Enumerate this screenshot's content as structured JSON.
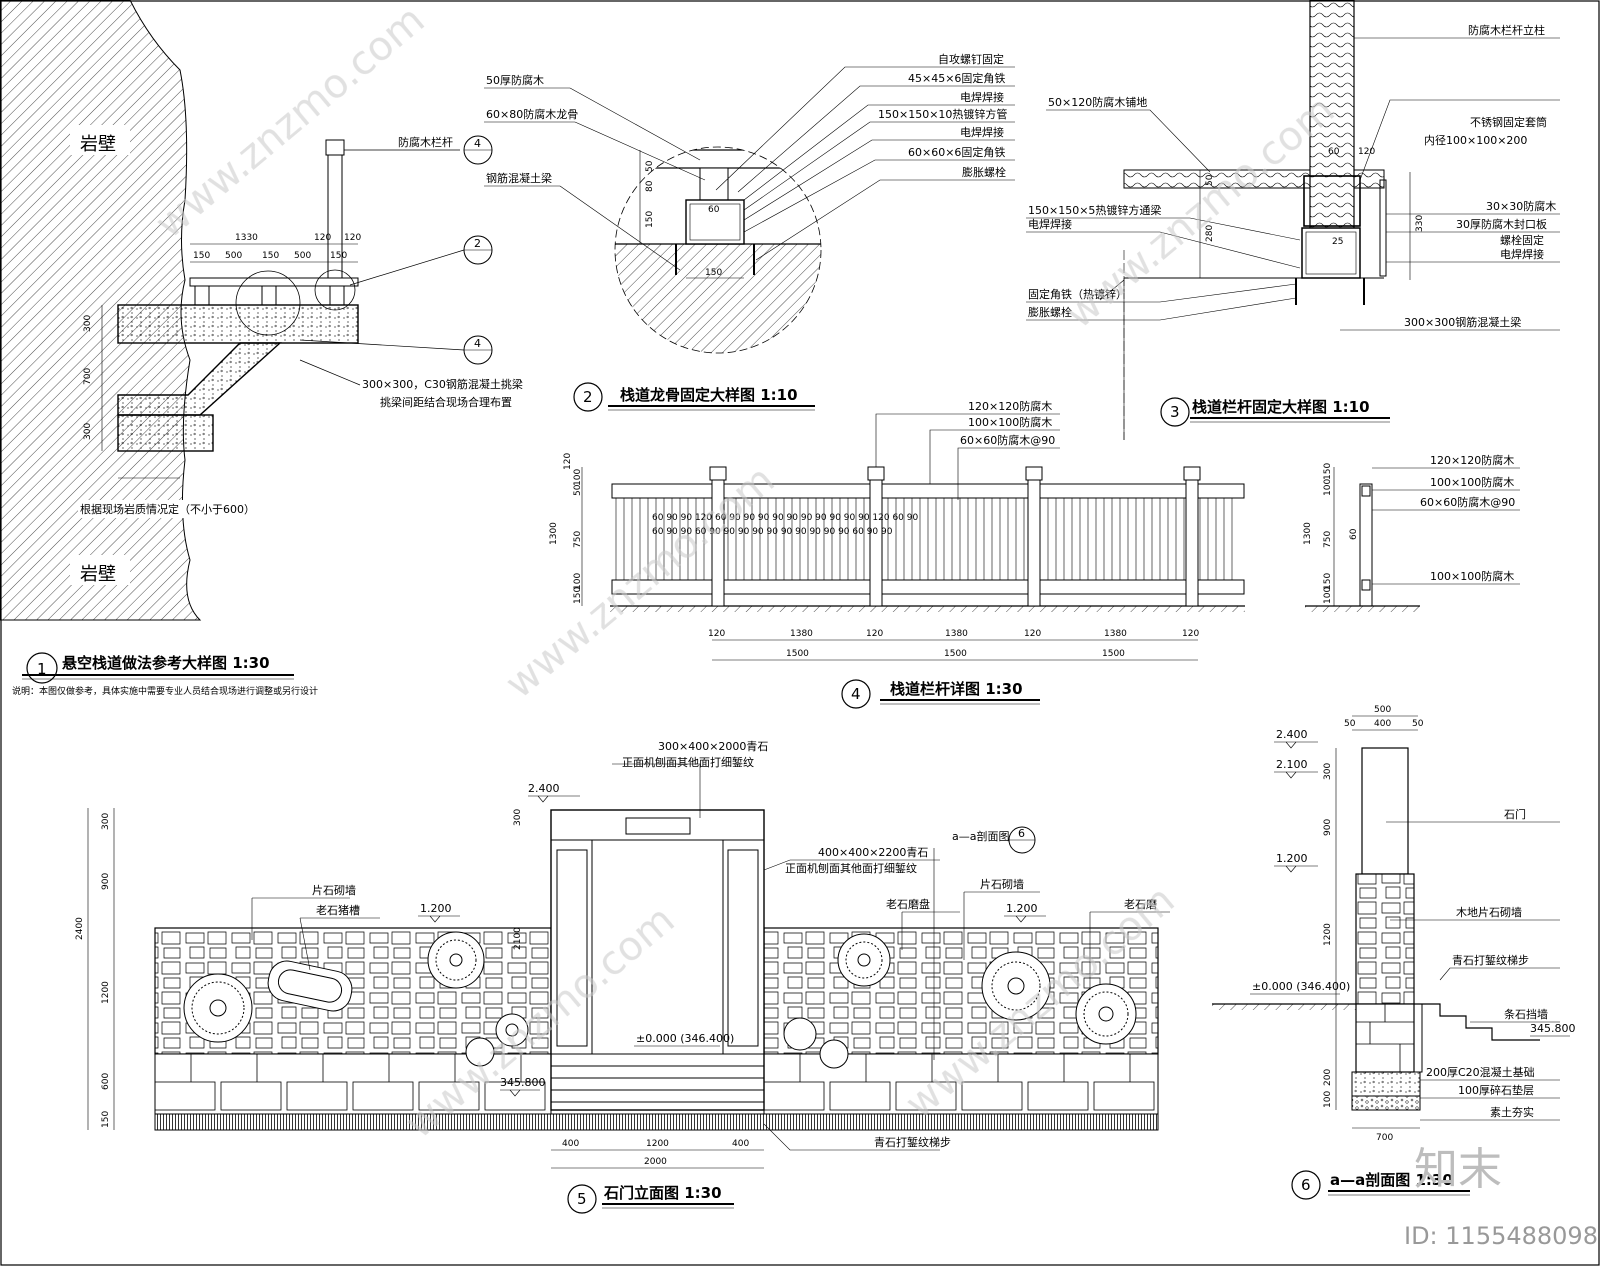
{
  "drawing1": {
    "rock_top": "岩壁",
    "rock_bottom": "岩壁",
    "rail_label": "防腐木栏杆",
    "ref_4a": "4",
    "ref_2": "2",
    "ref_4b": "4",
    "dims_top": [
      "1330",
      "120",
      "120"
    ],
    "dims_sub": [
      "150",
      "500",
      "150",
      "500",
      "150"
    ],
    "dims_v": [
      "300",
      "700",
      "300"
    ],
    "beam_note1": "300×300，C30钢筋混凝土挑梁",
    "beam_note2": "挑梁间距结合现场合理布置",
    "depth_note": "根据现场岩质情况定（不小于600）",
    "num": "1",
    "title": "悬空栈道做法参考大样图 1:30",
    "note": "说明：本图仅做参考，具体实施中需要专业人员结合现场进行调整或另行设计"
  },
  "drawing2": {
    "labels_left": [
      "50厚防腐木",
      "60×80防腐木龙骨",
      "钢筋混凝土梁"
    ],
    "labels_right": [
      "自攻螺钉固定",
      "45×45×6固定角铁",
      "电焊焊接",
      "150×150×10热镀锌方管",
      "电焊焊接",
      "60×60×6固定角铁",
      "膨胀螺栓"
    ],
    "dims": [
      "50",
      "80",
      "150",
      "60",
      "150"
    ],
    "num": "2",
    "title": "栈道龙骨固定大样图 1:10"
  },
  "drawing3": {
    "labels_left": [
      "50×120防腐木铺地",
      "150×150×5热镀锌方通梁",
      "电焊焊接",
      "固定角铁（热镀锌）",
      "膨胀螺栓"
    ],
    "labels_right": [
      "防腐木栏杆立柱",
      "不锈钢固定套筒",
      "内径100×100×200",
      "30×30防腐木",
      "30厚防腐木封口板",
      "螺栓固定",
      "电焊焊接",
      "300×300钢筋混凝土梁"
    ],
    "dims": [
      "60",
      "120",
      "50",
      "280",
      "25",
      "330"
    ],
    "num": "3",
    "title": "栈道栏杆固定大样图 1:10"
  },
  "drawing4": {
    "labels_right": [
      "120×120防腐木",
      "100×100防腐木",
      "60×60防腐木@90"
    ],
    "labels_side": [
      "120×120防腐木",
      "100×100防腐木",
      "60×60防腐木@90",
      "100×100防腐木"
    ],
    "dims_v": [
      "120",
      "100",
      "50",
      "750",
      "100",
      "150",
      "1300"
    ],
    "dims_v_side": [
      "150",
      "100",
      "750",
      "60",
      "150",
      "100",
      "1300"
    ],
    "spacing_a": "60  90  90  120  60  90  90  90  90  90  90  90  90  90  90  120  60  90",
    "spacing_b": "60  90  90  60  90  90  90  90  90  90  90  90  90  90  60  90  90",
    "dims_bottom": [
      "120",
      "1380",
      "120",
      "1380",
      "120",
      "1380",
      "120"
    ],
    "dims_bottom2": [
      "1500",
      "1500",
      "1500"
    ],
    "num": "4",
    "title": "栈道栏杆详图 1:30"
  },
  "drawing5": {
    "labels_top": [
      "300×400×2000青石",
      "正面机刨面其他面打细錾纹"
    ],
    "labels_mid": [
      "400×400×2200青石",
      "正面机刨面其他面打细錾纹"
    ],
    "wall_left": [
      "片石砌墙",
      "老石猪槽"
    ],
    "wall_right": [
      "片石砌墙",
      "老石磨盘",
      "老石磨"
    ],
    "section_ref": "a—a剖面图",
    "section_num": "6",
    "levels": [
      "2.400",
      "1.200",
      "1.200",
      "±0.000 (346.400)",
      "345.800"
    ],
    "dims_v": [
      "300",
      "900",
      "2400",
      "1200",
      "600",
      "150"
    ],
    "door_dims": [
      "300",
      "2100"
    ],
    "dims_bottom": [
      "400",
      "1200",
      "400",
      "2000"
    ],
    "step_label": "青石打錾纹梯步",
    "num": "5",
    "title": "石门立面图 1:30"
  },
  "drawing6": {
    "dims_top": [
      "500",
      "50",
      "400",
      "50"
    ],
    "levels": [
      "2.400",
      "2.100",
      "1.200",
      "±0.000 (346.400)",
      "345.800"
    ],
    "dims_v": [
      "300",
      "900",
      "1200",
      "200",
      "100"
    ],
    "dim_bottom": "700",
    "labels": [
      "石门",
      "木地片石砌墙",
      "青石打錾纹梯步",
      "条石挡墙",
      "200厚C20混凝土基础",
      "100厚碎石垫层",
      "素土夯实"
    ],
    "num": "6",
    "title": "a—a剖面图 1:30"
  },
  "watermark": {
    "brand": "知末",
    "id_text": "ID: 1155488098",
    "site": "www.znzmo.com"
  }
}
